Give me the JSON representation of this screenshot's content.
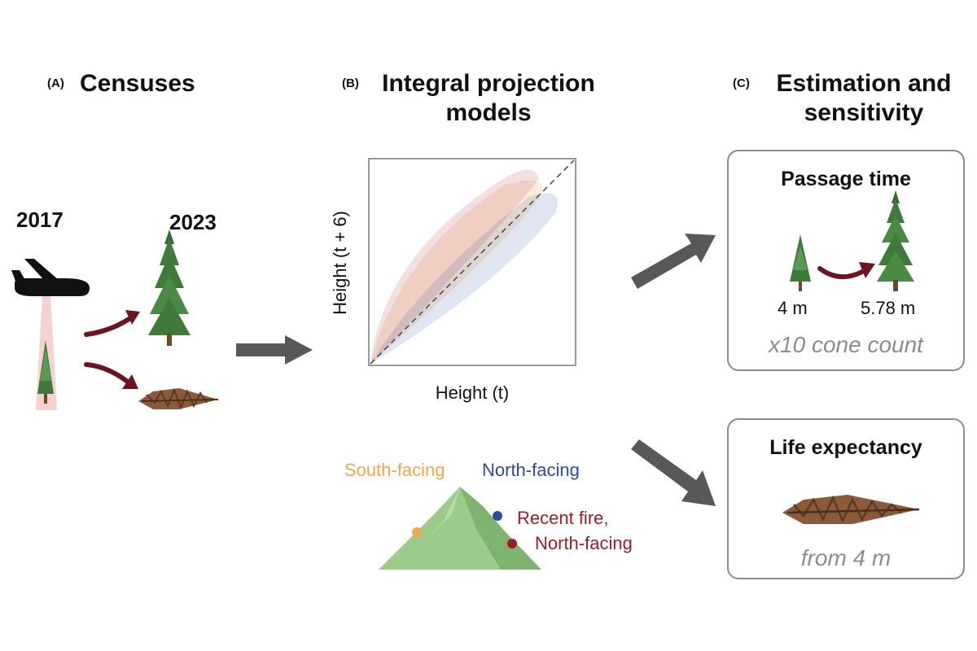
{
  "panelA": {
    "letter": "(A)",
    "title": "Censuses",
    "year_start": "2017",
    "year_end": "2023"
  },
  "panelB": {
    "letter": "(B)",
    "title_line1": "Integral projection",
    "title_line2": "models",
    "xlabel": "Height (t)",
    "ylabel": "Height  (t + 6)",
    "legend": {
      "south": "South-facing",
      "north": "North-facing",
      "fire_line1": "Recent fire,",
      "fire_line2": "North-facing"
    }
  },
  "panelC": {
    "letter": "(C)",
    "title_line1": "Estimation and",
    "title_line2": "sensitivity",
    "passage": {
      "title": "Passage time",
      "from_label": "4 m",
      "to_label": "5.78 m",
      "note": "x10 cone count"
    },
    "life": {
      "title": "Life expectancy",
      "note": "from 4 m"
    }
  },
  "colors": {
    "south": "#f0a64a",
    "north": "#2e4a9c",
    "fire": "#9b1c2a",
    "arrow_gray": "#585858",
    "arrow_maroon": "#6b1522",
    "box_border": "#8c8c8c",
    "tree_green": "#3f7a3a",
    "dead_tree_brown": "#8a5a3a",
    "mountain_green": "#9ccc8c"
  },
  "icons": [
    "airplane-icon",
    "tree-icon",
    "dead-tree-icon",
    "mountain-icon"
  ]
}
